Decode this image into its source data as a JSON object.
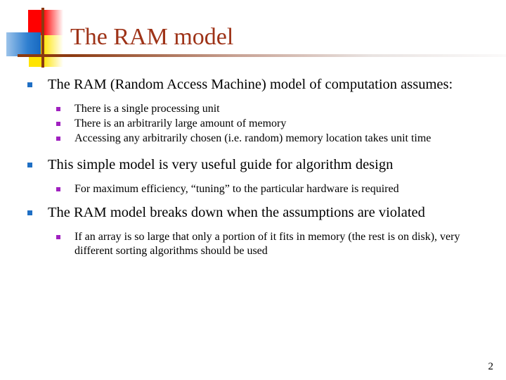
{
  "slide": {
    "title": "The RAM model",
    "page_number": "2",
    "title_color": "#9e3318",
    "bullet_level1_color": "#1f6fc4",
    "bullet_level2_color": "#a020c0",
    "logo": {
      "red_square": "#ff0000",
      "blue_square": "#2f7fd0",
      "yellow_square": "#ffe400",
      "cross_line": "#8c3a10"
    },
    "content": [
      {
        "level": 1,
        "text": "The RAM (Random Access Machine) model of computation assumes:"
      },
      {
        "level": 2,
        "text": "There is a single processing unit"
      },
      {
        "level": 2,
        "text": "There is an arbitrarily large amount of memory"
      },
      {
        "level": 2,
        "text": "Accessing any arbitrarily chosen (i.e. random) memory location takes unit time"
      },
      {
        "level": 1,
        "text": "This simple model is very useful guide for algorithm design"
      },
      {
        "level": 2,
        "text": "For maximum efficiency, “tuning” to the particular hardware is required"
      },
      {
        "level": 1,
        "text": "The RAM model breaks down when the assumptions are violated"
      },
      {
        "level": 2,
        "text": "If an array is so large that only a portion of it fits in memory (the rest is on disk), very different sorting algorithms should be used"
      }
    ]
  }
}
